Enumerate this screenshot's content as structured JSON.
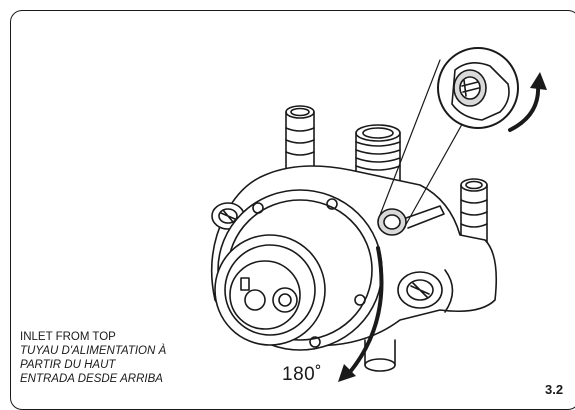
{
  "caption": {
    "line1": "INLET FROM TOP",
    "line2": "TUYAU D'ALIMENTATION À",
    "line3": "PARTIR DU HAUT",
    "line4": "ENTRADA DESDE ARRIBA"
  },
  "rotation_label": "180˚",
  "step_number": "3.2",
  "colors": {
    "ink": "#1a1a1a",
    "background": "#ffffff"
  }
}
